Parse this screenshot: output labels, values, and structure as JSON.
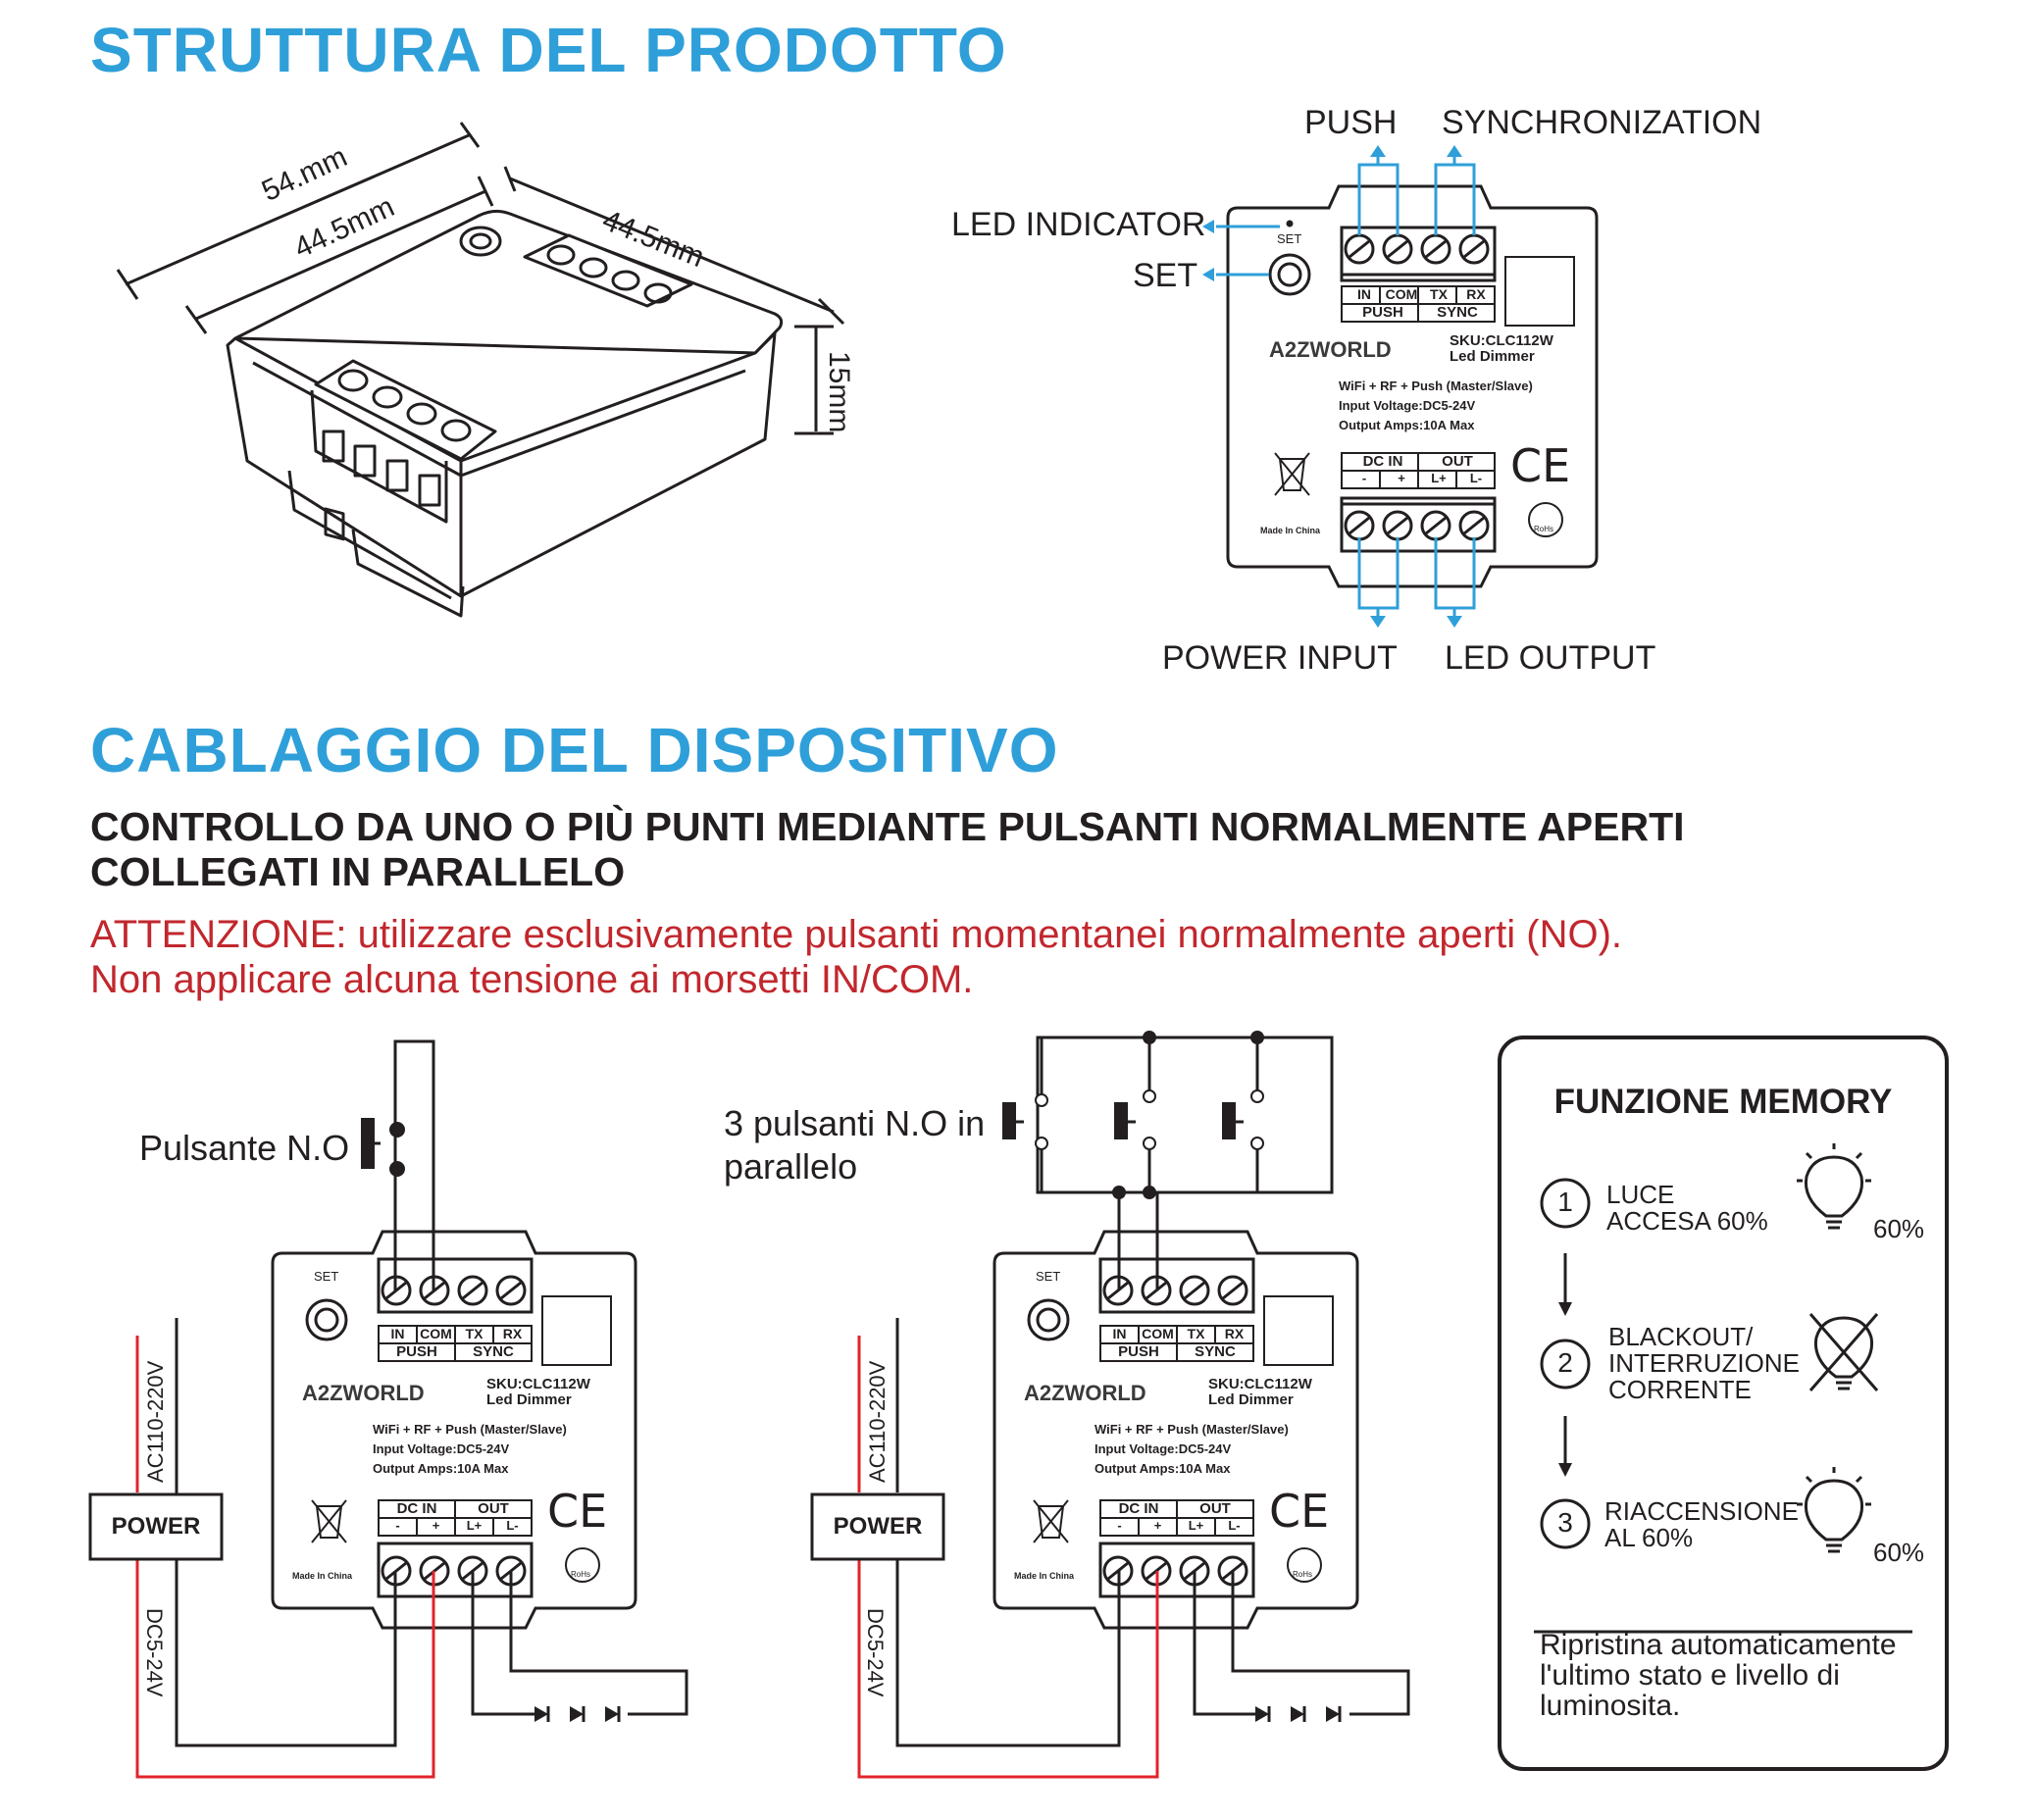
{
  "section1": {
    "title": "STRUTTURA DEL PRODOTTO"
  },
  "dimensions": {
    "d1": "54.mm",
    "d2": "44.5mm",
    "d3": "44.5mm",
    "d4": "15mm"
  },
  "callouts": {
    "push": "PUSH",
    "sync": "SYNCHRONIZATION",
    "led_indicator": "LED INDICATOR",
    "set": "SET",
    "power_input": "POWER INPUT",
    "led_output": "LED OUTPUT"
  },
  "device": {
    "set_label": "SET",
    "terminals_top": [
      "IN",
      "COM",
      "TX",
      "RX"
    ],
    "groups_top": [
      "PUSH",
      "SYNC"
    ],
    "brand": "A2ZWORLD",
    "sku": "SKU:CLC112W",
    "product": "Led Dimmer",
    "spec1": "WiFi + RF + Push (Master/Slave)",
    "spec2": "Input Voltage:DC5-24V",
    "spec3": "Output Amps:10A Max",
    "groups_bottom": [
      "DC IN",
      "OUT"
    ],
    "terminals_bottom": [
      "-",
      "+",
      "L+",
      "L-"
    ],
    "made_in": "Made In China",
    "ce": "CE",
    "rohs": "RoHs"
  },
  "section2": {
    "title": "CABLAGGIO DEL DISPOSITIVO",
    "subtitle_line1": "CONTROLLO DA UNO O PIÙ PUNTI MEDIANTE PULSANTI NORMALMENTE APERTI",
    "subtitle_line2": "COLLEGATI IN PARALLELO",
    "warning_line1": "ATTENZIONE: utilizzare esclusivamente pulsanti momentanei normalmente aperti (NO).",
    "warning_line2": "Non applicare alcuna tensione ai morsetti IN/COM."
  },
  "wiring_left": {
    "button_label": "Pulsante N.O",
    "power": "POWER",
    "ac": "AC110-220V",
    "dc": "DC5-24V"
  },
  "wiring_right": {
    "button_label_line1": "3 pulsanti N.O in",
    "button_label_line2": "parallelo",
    "power": "POWER",
    "ac": "AC110-220V",
    "dc": "DC5-24V"
  },
  "memory": {
    "title": "FUNZIONE MEMORY",
    "steps": [
      {
        "num": "1",
        "line1": "LUCE",
        "line2": "ACCESA 60%",
        "line3": "",
        "pct": "60%"
      },
      {
        "num": "2",
        "line1": "BLACKOUT/",
        "line2": "INTERRUZIONE",
        "line3": "CORRENTE",
        "pct": ""
      },
      {
        "num": "3",
        "line1": "RIACCENSIONE",
        "line2": "AL 60%",
        "line3": "",
        "pct": "60%"
      }
    ],
    "footer_line1": "Ripristina automaticamente",
    "footer_line2": "l'ultimo stato e livello di",
    "footer_line3": "luminosita."
  },
  "colors": {
    "heading_blue": "#2f9fd9",
    "arrow_blue": "#2f9fd9",
    "warning_red": "#c1272d",
    "wire_red": "#e0242b",
    "ink": "#231f20"
  }
}
